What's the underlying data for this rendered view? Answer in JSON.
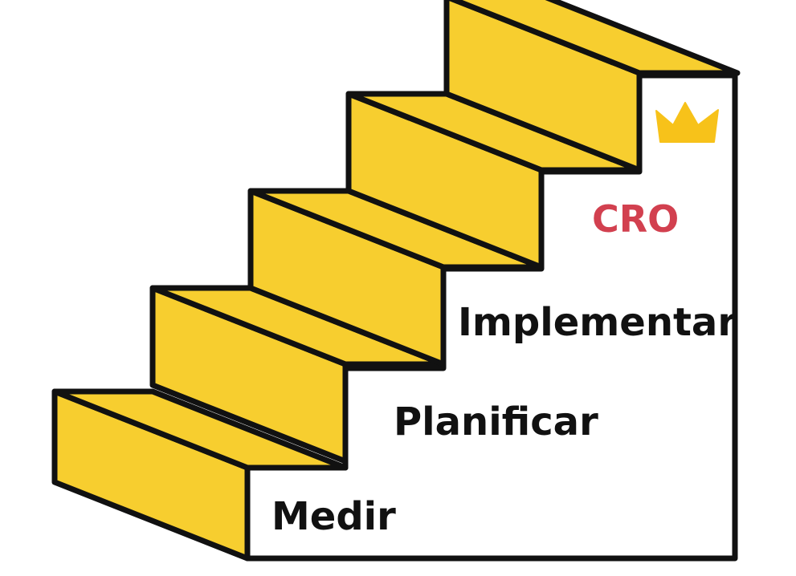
{
  "steps": [
    {
      "label": "Medir"
    },
    {
      "label": "Planificar"
    },
    {
      "label": "Implementar"
    },
    {
      "label": "CRO"
    }
  ],
  "colors": {
    "step_fill": "#F7CE2F",
    "outline": "#111111",
    "wall": "#FFFFFF",
    "cro_text": "#D2404F",
    "crown": "#F7C21A"
  },
  "icons": [
    "crown-icon"
  ]
}
